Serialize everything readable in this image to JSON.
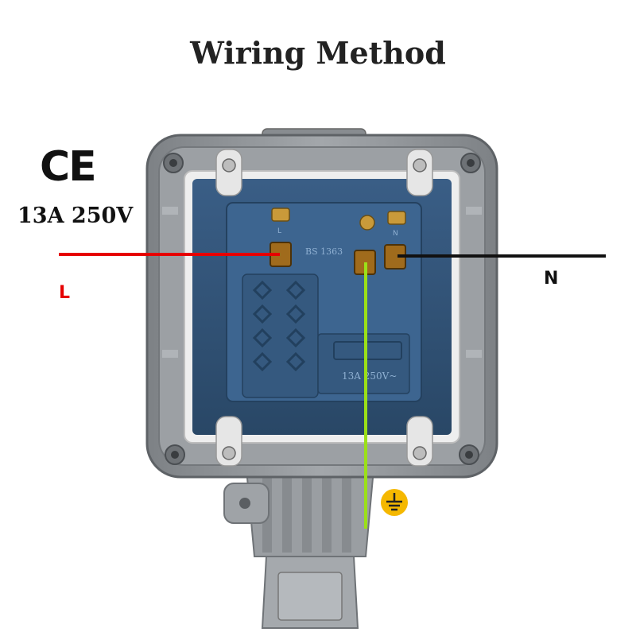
{
  "title": "Wiring Method",
  "certification": "CE",
  "rating": "13A 250V",
  "socket_markings": {
    "standard": "BS 1363",
    "rating": "13A 250V~",
    "live_terminal": "L",
    "neutral_terminal": "N"
  },
  "wires": {
    "live": {
      "label": "L",
      "color": "#e60000"
    },
    "neutral": {
      "label": "N",
      "color": "#111111"
    },
    "earth": {
      "label": "",
      "color": "#9be018"
    }
  },
  "icons": {
    "earth": "earth-ground-icon"
  },
  "colors": {
    "housing": "#8e9296",
    "socket_body": "#2f4f73",
    "earth_badge": "#f5b800"
  }
}
